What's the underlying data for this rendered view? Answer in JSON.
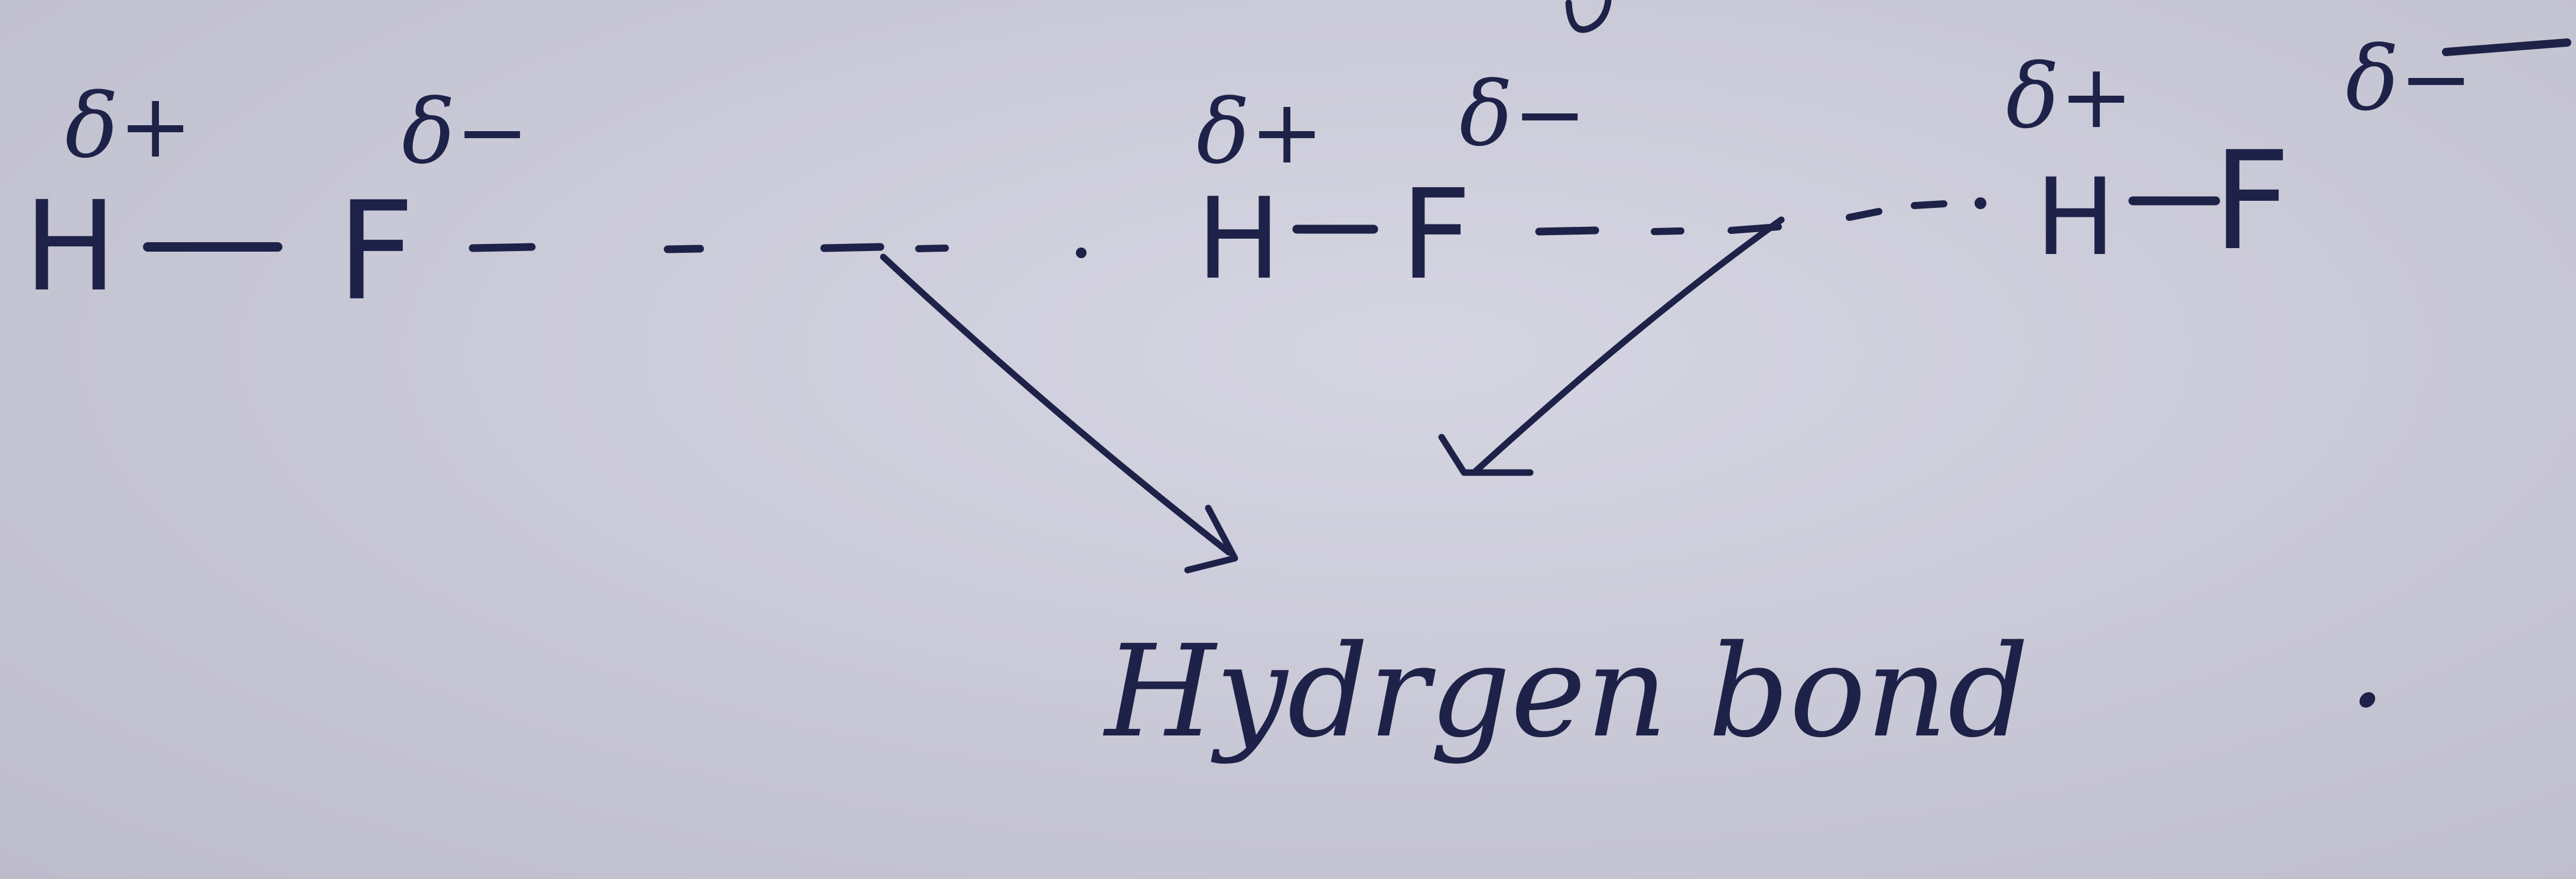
{
  "molecules": [
    {
      "atom1": "H",
      "atom2": "F",
      "charge1": "δ+",
      "charge2": "δ−"
    },
    {
      "atom1": "H",
      "atom2": "F",
      "charge1": "δ+",
      "charge2": "δ−"
    },
    {
      "atom1": "H",
      "atom2": "F",
      "charge1": "δ+",
      "charge2": "δ−"
    }
  ],
  "caption": "Hydrgen bond",
  "caption_punctuation": ".",
  "colors": {
    "ink": "#1f2248",
    "paper": "#cbcad8"
  }
}
